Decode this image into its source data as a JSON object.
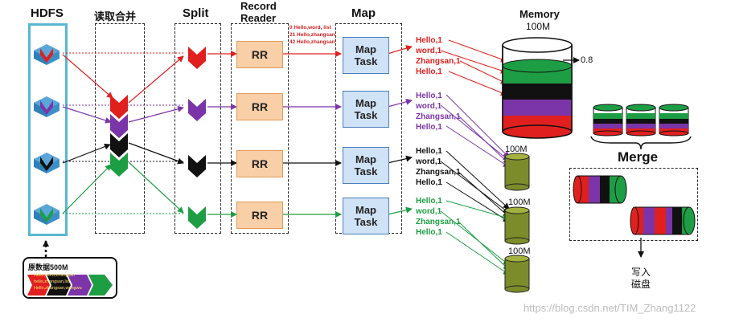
{
  "titles": {
    "hdfs": "HDFS",
    "read_merge": "读取合并",
    "split": "Split",
    "record_reader_line1": "Record",
    "record_reader_line2": "Reader",
    "map": "Map",
    "memory": "Memory",
    "merge": "Merge"
  },
  "memory_size": "100M",
  "memory_threshold": "0.8",
  "rr_label": "RR",
  "map_task_line1": "Map",
  "map_task_line2": "Task",
  "record_lines": [
    "0   Hello,word, list",
    "21  Hello,zhangsan",
    "42  Hello,zhangsan"
  ],
  "kv_groups": [
    {
      "color": "#e0201e",
      "lines": [
        "Hello,1",
        "word,1",
        "Zhangsan,1",
        "Hello,1"
      ]
    },
    {
      "color": "#7b35a8",
      "lines": [
        "Hello,1",
        "word,1",
        "Zhangsan,1",
        "Hello,1"
      ]
    },
    {
      "color": "#111111",
      "lines": [
        "Hello,1",
        "word,1",
        "Zhangsan,1",
        "Hello,1"
      ]
    },
    {
      "color": "#1e9e44",
      "lines": [
        "Hello,1",
        "word,1",
        "Zhangsan,1",
        "Hello,1"
      ]
    }
  ],
  "disk_labels": [
    "100M",
    "100M",
    "100M"
  ],
  "source_label": "原数据500M",
  "source_lines": [
    "Hello,word,zhangsan",
    "hello,zhangsan,lisi",
    "Hello,zhangsan,wangwu"
  ],
  "write_disk_line1": "写入",
  "write_disk_line2": "磁盘",
  "watermark": "https://blog.csdn.net/TIM_Zhang1122",
  "colors": {
    "red": "#e0201e",
    "purple": "#7b35a8",
    "black": "#111111",
    "green": "#1e9e44",
    "hdfs_border": "#58b7d3",
    "rr_fill": "#f8cfa6",
    "map_fill": "#cfe2f6",
    "disk": "#7c8c2a"
  }
}
